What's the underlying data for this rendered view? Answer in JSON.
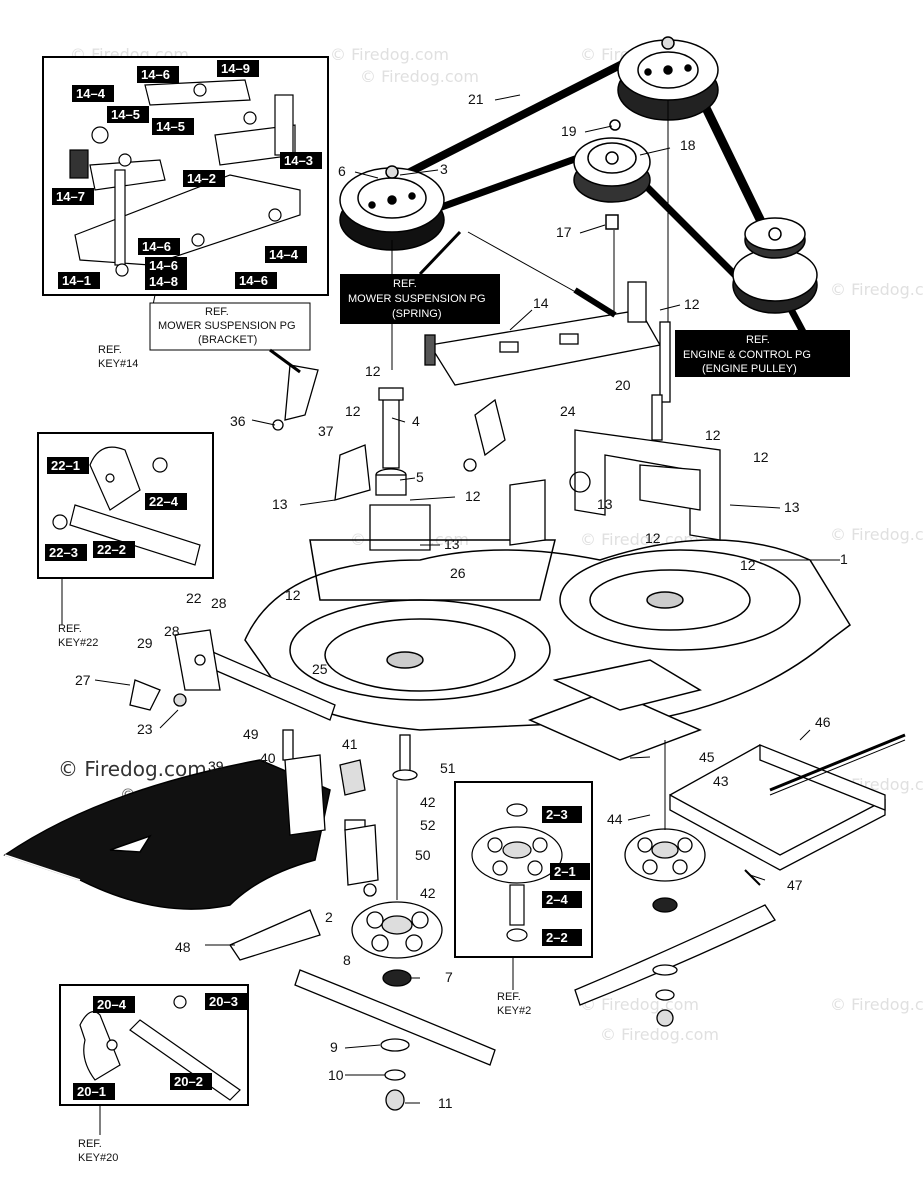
{
  "watermarks": {
    "main": "© Firedog.com",
    "repeat": "© Firedog.com"
  },
  "callouts": {
    "n1": "1",
    "n2": "2",
    "n3": "3",
    "n4": "4",
    "n5": "5",
    "n6": "6",
    "n7": "7",
    "n8": "8",
    "n9": "9",
    "n10": "10",
    "n11": "11",
    "n12": "12",
    "n13": "13",
    "n14": "14",
    "n17": "17",
    "n18": "18",
    "n19": "19",
    "n20": "20",
    "n21": "21",
    "n22": "22",
    "n23": "23",
    "n24": "24",
    "n25": "25",
    "n26": "26",
    "n27": "27",
    "n28": "28",
    "n29": "29",
    "n36": "36",
    "n37": "37",
    "n39": "39",
    "n40": "40",
    "n41": "41",
    "n42": "42",
    "n43": "43",
    "n44": "44",
    "n45": "45",
    "n46": "46",
    "n47": "47",
    "n48": "48",
    "n49": "49",
    "n50": "50",
    "n51": "51",
    "n52": "52"
  },
  "inset14": {
    "t1": "14–1",
    "t2": "14–2",
    "t3": "14–3",
    "t4": "14–4",
    "t5": "14–5",
    "t6": "14–6",
    "t7": "14–7",
    "t8": "14–8",
    "t9": "14–9"
  },
  "inset22": {
    "t1": "22–1",
    "t2": "22–2",
    "t3": "22–3",
    "t4": "22–4"
  },
  "inset2": {
    "t1": "2–1",
    "t2": "2–2",
    "t3": "2–3",
    "t4": "2–4"
  },
  "inset20": {
    "t1": "20–1",
    "t2": "20–2",
    "t3": "20–3",
    "t4": "20–4"
  },
  "refs": {
    "key14_ref": "REF.",
    "key14_key": "KEY#14",
    "key22_ref": "REF.",
    "key22_key": "KEY#22",
    "key2_ref": "REF.",
    "key2_key": "KEY#2",
    "key20_ref": "REF.",
    "key20_key": "KEY#20",
    "bracket_1": "REF.",
    "bracket_2": "MOWER SUSPENSION PG",
    "bracket_3": "(BRACKET)",
    "spring_1": "REF.",
    "spring_2": "MOWER SUSPENSION PG",
    "spring_3": "(SPRING)",
    "engine_1": "REF.",
    "engine_2": "ENGINE & CONTROL PG",
    "engine_3": "(ENGINE PULLEY)"
  }
}
